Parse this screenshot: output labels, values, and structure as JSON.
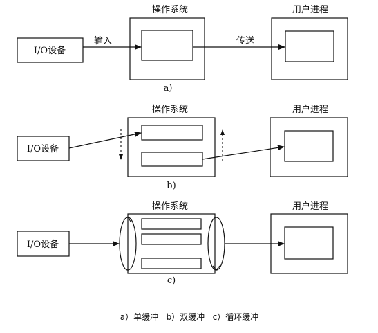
{
  "panel_a": {
    "os_label": "操作系统",
    "process_label": "用户进程",
    "device_label": "I/O设备",
    "input_label": "输入",
    "transfer_label": "传送",
    "sub_label": "a)"
  },
  "panel_b": {
    "os_label": "操作系统",
    "process_label": "用户进程",
    "device_label": "I/O设备",
    "sub_label": "b)"
  },
  "panel_c": {
    "os_label": "操作系统",
    "process_label": "用户进程",
    "device_label": "I/O设备",
    "sub_label": "c)"
  },
  "caption": "a）单缓冲   b）双缓冲   c）循环缓冲",
  "colors": {
    "line": "#111111",
    "background": "#ffffff"
  }
}
